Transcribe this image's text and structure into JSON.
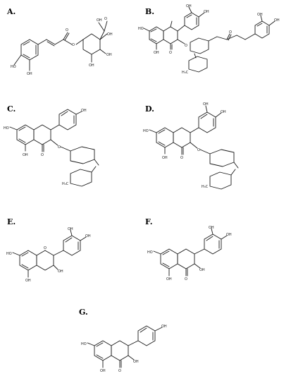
{
  "panels": [
    {
      "id": "A",
      "label": "A."
    },
    {
      "id": "B",
      "label": "B."
    },
    {
      "id": "C",
      "label": "C."
    },
    {
      "id": "D",
      "label": "D."
    },
    {
      "id": "E",
      "label": "E."
    },
    {
      "id": "F",
      "label": "F."
    },
    {
      "id": "G",
      "label": "G."
    }
  ],
  "atom_labels": {
    "oh": "OH",
    "ho": "HO",
    "o": "O",
    "ch3": "H₃C",
    "cooh_o": "O",
    "cooh_h": "OH"
  }
}
